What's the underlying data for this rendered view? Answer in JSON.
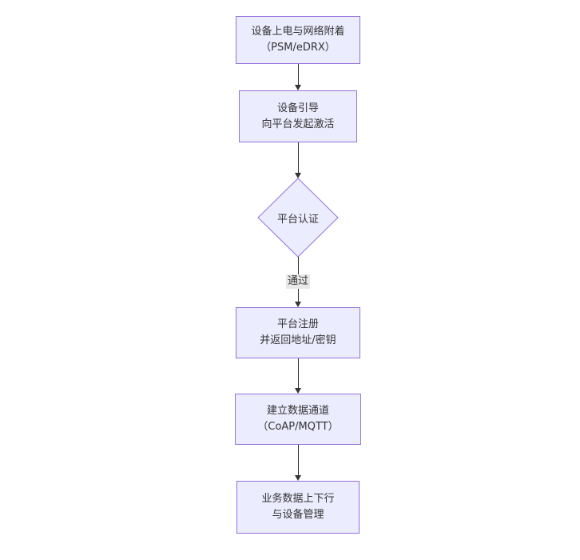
{
  "diagram": {
    "type": "flowchart",
    "direction": "top-down",
    "colors": {
      "background": "#ffffff",
      "node_fill": "#ECECFF",
      "node_border": "#9370DB",
      "text": "#333333",
      "arrow": "#333333",
      "edge_label_bg": "#e8e8e8"
    },
    "nodes": [
      {
        "id": "A",
        "type": "rect",
        "lines": [
          "设备上电与网络附着",
          "（PSM/eDRX）"
        ]
      },
      {
        "id": "B",
        "type": "rect",
        "lines": [
          "设备引导",
          "向平台发起激活"
        ]
      },
      {
        "id": "C",
        "type": "diamond",
        "lines": [
          "平台认证"
        ]
      },
      {
        "id": "D",
        "type": "rect",
        "lines": [
          "平台注册",
          "并返回地址/密钥"
        ]
      },
      {
        "id": "E",
        "type": "rect",
        "lines": [
          "建立数据通道",
          "（CoAP/MQTT）"
        ]
      },
      {
        "id": "F",
        "type": "rect",
        "lines": [
          "业务数据上下行",
          "与设备管理"
        ]
      }
    ],
    "edges": [
      {
        "from": "A",
        "to": "B",
        "label": ""
      },
      {
        "from": "B",
        "to": "C",
        "label": ""
      },
      {
        "from": "C",
        "to": "D",
        "label": "通过"
      },
      {
        "from": "D",
        "to": "E",
        "label": ""
      },
      {
        "from": "E",
        "to": "F",
        "label": ""
      }
    ]
  }
}
